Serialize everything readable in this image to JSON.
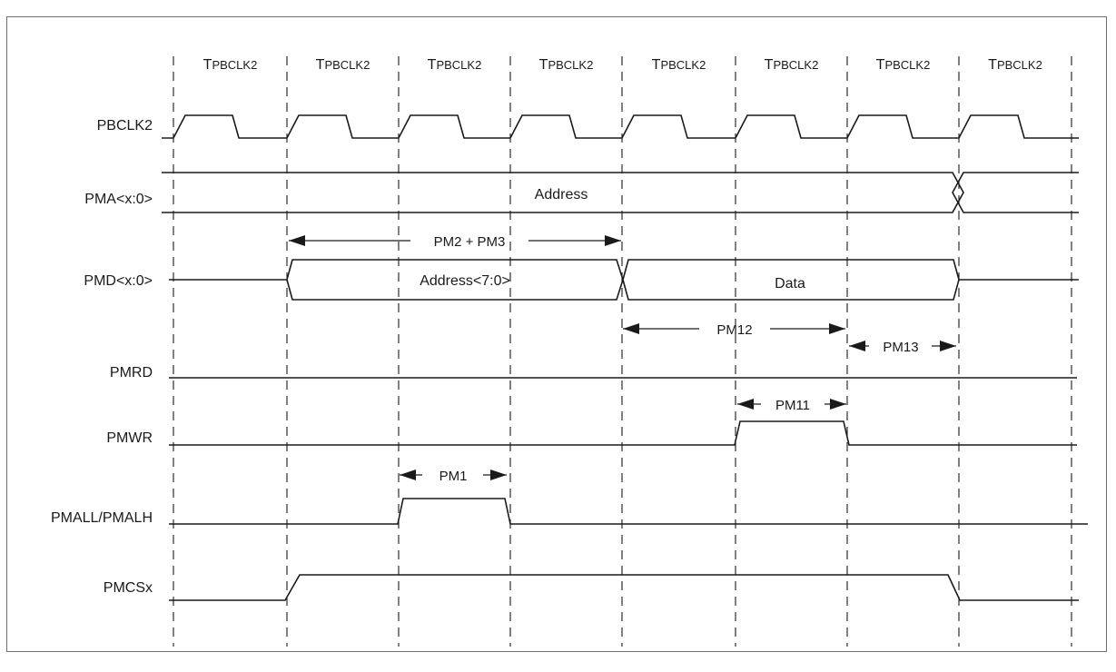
{
  "period": {
    "prefix": "T",
    "subscript": "PBCLK2",
    "count": 8
  },
  "signals": [
    {
      "id": "pbclk2",
      "label": "PBCLK2"
    },
    {
      "id": "pma",
      "label": "PMA<x:0>"
    },
    {
      "id": "pmd",
      "label": "PMD<x:0>"
    },
    {
      "id": "pmrd",
      "label": "PMRD"
    },
    {
      "id": "pmwr",
      "label": "PMWR"
    },
    {
      "id": "pmall",
      "label": "PMALL/PMALH"
    },
    {
      "id": "pmcs",
      "label": "PMCSx"
    }
  ],
  "buses": {
    "pma_value": "Address",
    "pmd_address": "Address<7:0>",
    "pmd_data": "Data"
  },
  "timing_params": [
    {
      "id": "pm2-pm3",
      "label": "PM2 + PM3",
      "from_edge": 1,
      "to_edge": 4
    },
    {
      "id": "pm12",
      "label": "PM12",
      "from_edge": 4,
      "to_edge": 6
    },
    {
      "id": "pm13",
      "label": "PM13",
      "from_edge": 6,
      "to_edge": 7
    },
    {
      "id": "pm11",
      "label": "PM11",
      "from_edge": 5,
      "to_edge": 6
    },
    {
      "id": "pm1",
      "label": "PM1",
      "from_edge": 2,
      "to_edge": 3
    }
  ],
  "colors": {
    "ink": "#1a1a1a",
    "frame": "#6e6e6e",
    "background": "#ffffff"
  }
}
